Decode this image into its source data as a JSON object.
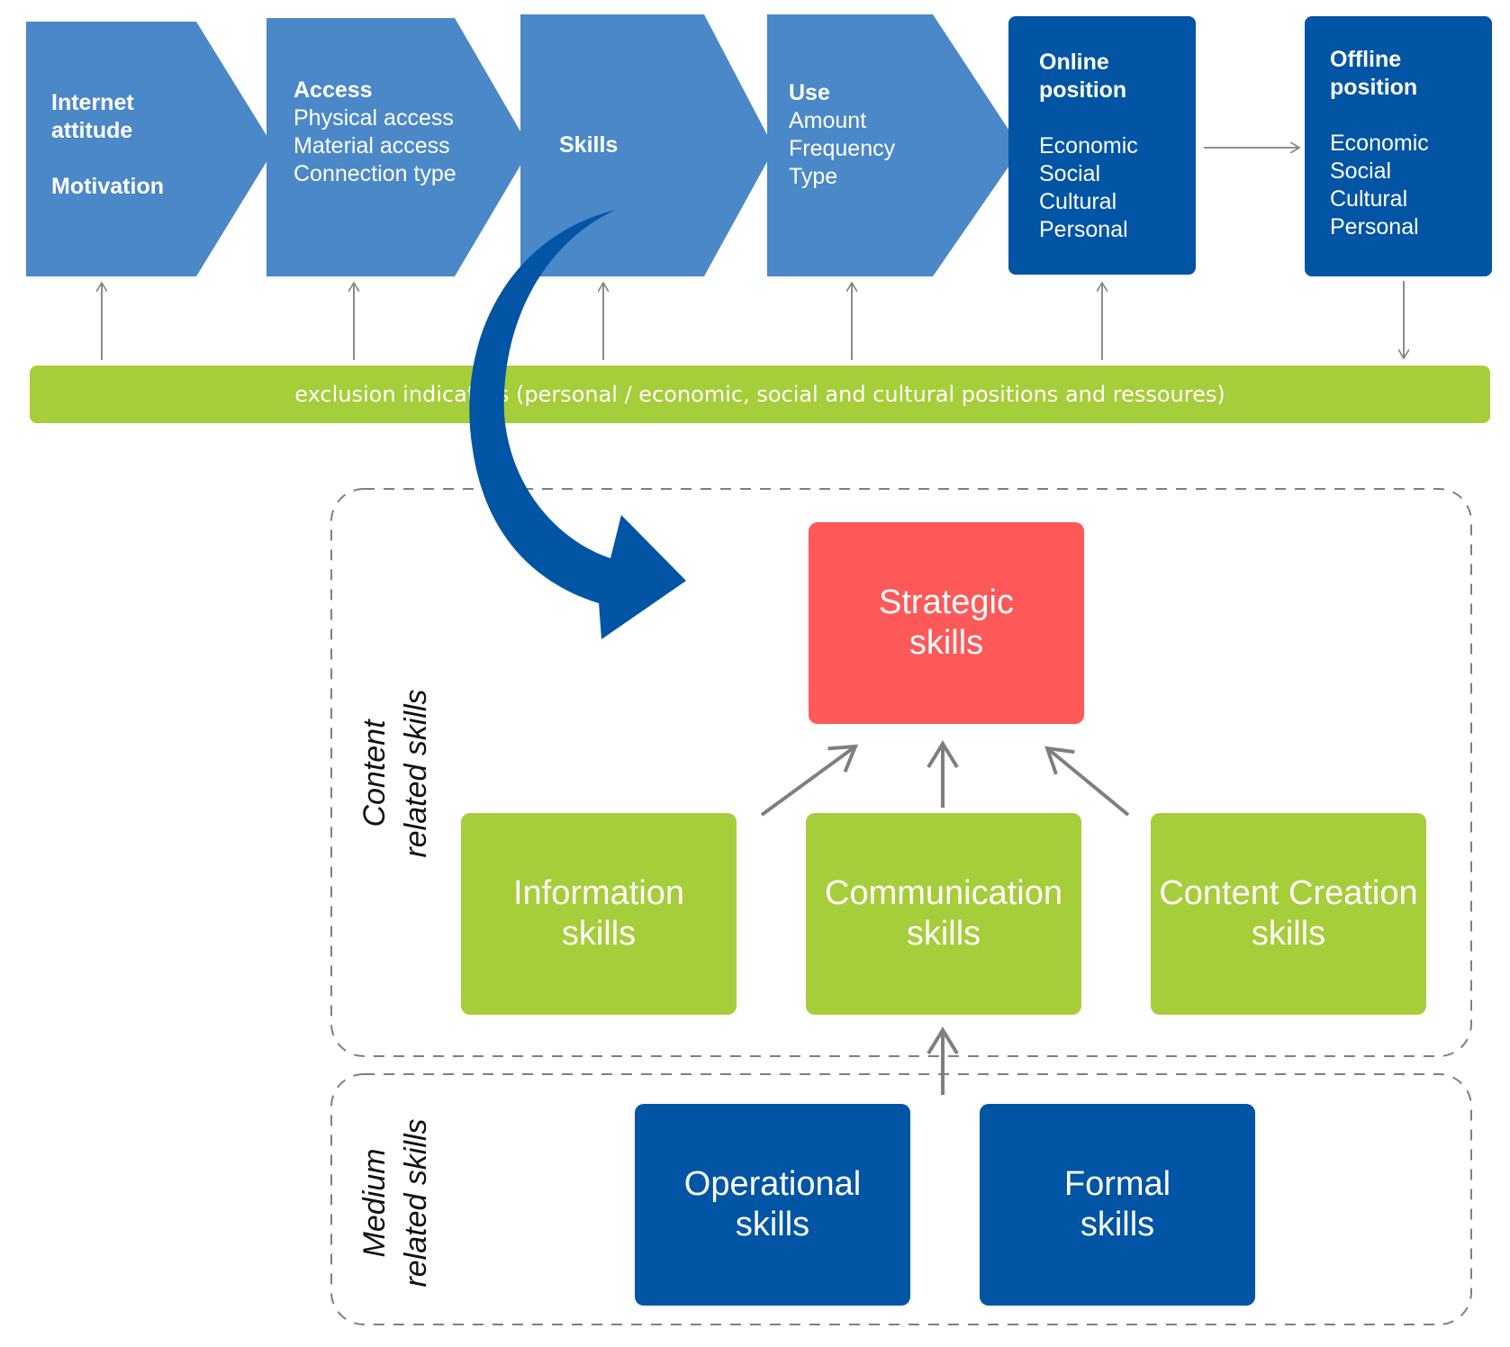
{
  "stages": [
    {
      "heading": "Internet attitude",
      "heading_lines": [
        "Internet",
        "attitude"
      ],
      "extra_heading": "Motivation",
      "items": []
    },
    {
      "heading": "Access",
      "heading_lines": [
        "Access"
      ],
      "items": [
        "Physical access",
        "Material access",
        "Connection type"
      ]
    },
    {
      "heading": "Skills",
      "heading_lines": [
        "Skills"
      ],
      "items": []
    },
    {
      "heading": "Use",
      "heading_lines": [
        "Use"
      ],
      "items": [
        "Amount",
        "Frequency",
        "Type"
      ]
    },
    {
      "heading": "Online position",
      "heading_lines": [
        "Online",
        "position"
      ],
      "items": [
        "Economic",
        "Social",
        "Cultural",
        "Personal"
      ]
    },
    {
      "heading": "Offline position",
      "heading_lines": [
        "Offline",
        "position"
      ],
      "items": [
        "Economic",
        "Social",
        "Cultural",
        "Personal"
      ]
    }
  ],
  "exclusion_bar": "exclusion indicators (personal / economic, social and cultural positions and ressoures)",
  "groups": {
    "content": {
      "label_lines": [
        "Content",
        "related skills"
      ]
    },
    "medium": {
      "label_lines": [
        "Medium",
        "related skills"
      ]
    }
  },
  "skills": {
    "strategic": [
      "Strategic",
      "skills"
    ],
    "information": [
      "Information",
      "skills"
    ],
    "communication": [
      "Communication",
      "skills"
    ],
    "content_creation": [
      "Content Creation",
      "skills"
    ],
    "operational": [
      "Operational",
      "skills"
    ],
    "formal": [
      "Formal",
      "skills"
    ]
  },
  "colors": {
    "stage_light_blue": "#4a88c7",
    "stage_dark_blue": "#0254a4",
    "bar_green": "#a6cd3a",
    "strategic_red": "#fe5858",
    "skill_green": "#a6cd3a",
    "medium_navy": "#0254a4",
    "arrow_grey": "#7f7f7f"
  }
}
